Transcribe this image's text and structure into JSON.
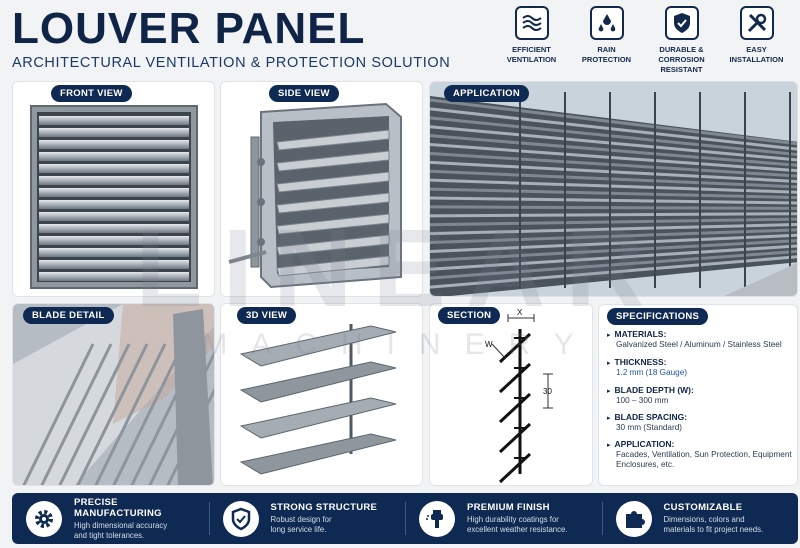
{
  "header": {
    "title": "LOUVER PANEL",
    "subtitle": "ARCHITECTURAL VENTILATION & PROTECTION SOLUTION"
  },
  "features": [
    {
      "icon": "airflow-icon",
      "line1": "EFFICIENT",
      "line2": "VENTILATION"
    },
    {
      "icon": "rain-drops-icon",
      "line1": "RAIN",
      "line2": "PROTECTION"
    },
    {
      "icon": "shield-icon",
      "line1": "DURABLE &",
      "line2": "CORROSION RESISTANT"
    },
    {
      "icon": "tools-icon",
      "line1": "EASY",
      "line2": "INSTALLATION"
    }
  ],
  "views": {
    "front": "FRONT VIEW",
    "side": "SIDE VIEW",
    "application": "APPLICATION",
    "blade_detail": "BLADE DETAIL",
    "view_3d": "3D VIEW",
    "section": "SECTION",
    "specifications": "SPECIFICATIONS"
  },
  "section_dims": {
    "x": "X",
    "w": "W",
    "spacing": "30"
  },
  "watermark": {
    "main": "LINEAR",
    "sub": "MACHINERY"
  },
  "specs": [
    {
      "key": "MATERIALS:",
      "value": "Galvanized Steel / Aluminum / Stainless Steel",
      "highlight": false
    },
    {
      "key": "THICKNESS:",
      "value": "1.2 mm (18 Gauge)",
      "highlight": true
    },
    {
      "key": "BLADE DEPTH (W):",
      "value": "100 – 300 mm",
      "highlight": false
    },
    {
      "key": "BLADE SPACING:",
      "value": "30 mm (Standard)",
      "highlight": false
    },
    {
      "key": "APPLICATION:",
      "value": "Facades, Ventilation, Sun Protection, Equipment Enclosures, etc.",
      "highlight": false
    }
  ],
  "bottom": [
    {
      "icon": "gear-icon",
      "title": "PRECISE MANUFACTURING",
      "line1": "High dimensional accuracy",
      "line2": "and tight tolerances."
    },
    {
      "icon": "shield-check-icon",
      "title": "STRONG STRUCTURE",
      "line1": "Robust design for",
      "line2": "long service life."
    },
    {
      "icon": "spray-gun-icon",
      "title": "PREMIUM FINISH",
      "line1": "High durability coatings for",
      "line2": "excellent weather resistance."
    },
    {
      "icon": "puzzle-icon",
      "title": "CUSTOMIZABLE",
      "line1": "Dimensions, colors and",
      "line2": "materials to fit project needs."
    }
  ],
  "colors": {
    "navy": "#0f2a52",
    "accent_blue": "#1e55a6",
    "metal": "#9aa3ad"
  }
}
